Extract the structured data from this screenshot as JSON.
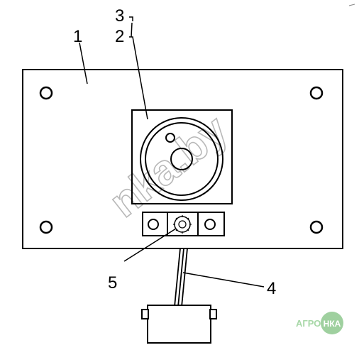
{
  "callouts": {
    "part_1": "1",
    "part_2": "2",
    "part_3": "3",
    "part_4": "4",
    "part_5": "5"
  },
  "watermark": {
    "text": "nka.by"
  },
  "logo": {
    "left_text": "АГРО",
    "right_text": "НКА",
    "text_color": "#a8d8a8",
    "badge_color": "#9fd09f"
  },
  "colors": {
    "line": "#000000",
    "background": "#ffffff"
  }
}
